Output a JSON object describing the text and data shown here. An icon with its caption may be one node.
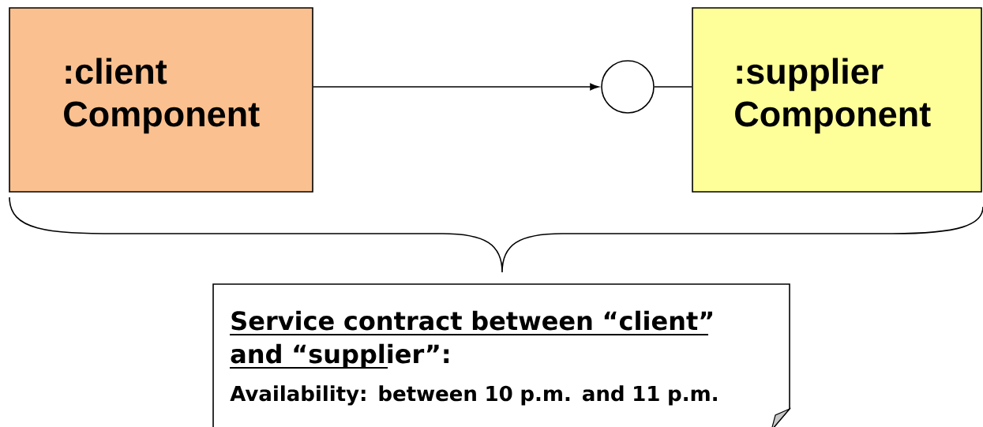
{
  "diagram": {
    "nodes": [
      {
        "text": [
          ":client Component"
        ]
      },
      {
        "text": [],
        "shape": "circle"
      },
      {
        "text": [
          ":supplier Component"
        ]
      },
      {
        "text": [
          "Service contract between “client” and “supplier”:",
          "Availability: between 10 p.m. and 11 p.m."
        ]
      }
    ],
    "edges": [
      {
        "from": 0,
        "to": 1,
        "arrow": "to"
      },
      {
        "from": 1,
        "to": 2,
        "arrow": "none"
      }
    ]
  }
}
